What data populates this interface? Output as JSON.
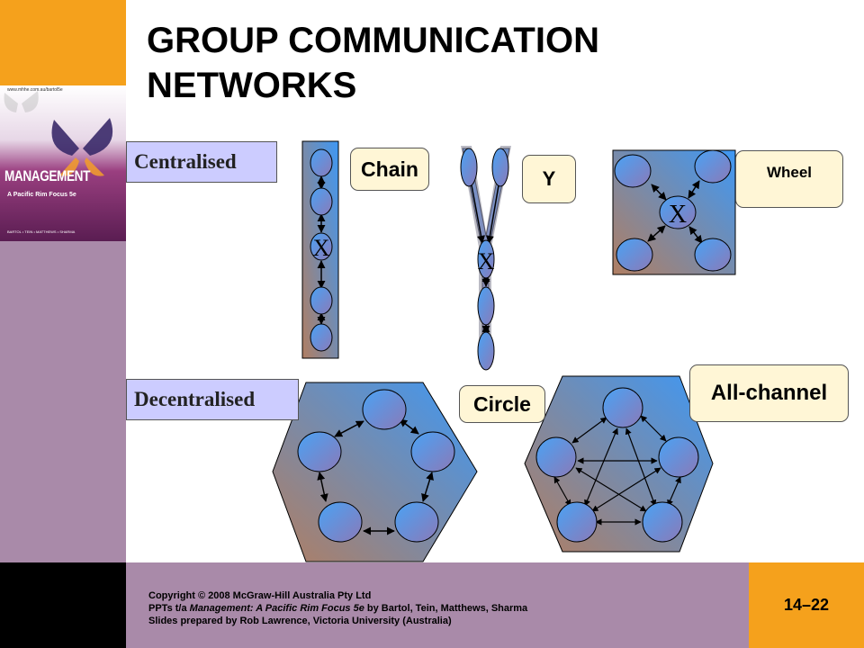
{
  "title": "GROUP COMMUNICATION NETWORKS",
  "labels": {
    "centralised": "Centralised",
    "decentralised": "Decentralised",
    "chain": "Chain",
    "y": "Y",
    "wheel": "Wheel",
    "circle": "Circle",
    "all_channel": "All-channel"
  },
  "hub_marker": "X",
  "cover": {
    "url": "www.mhhe.com.au/bartol5e",
    "title": "MANAGEMENT",
    "subtitle": "A Pacific Rim Focus 5e",
    "authors": "BARTOL • TEIN • MATTHEWS • SHARMA"
  },
  "footer": {
    "copyright": "Copyright © 2008 McGraw-Hill Australia Pty Ltd",
    "ppts_prefix": "PPTs t/a ",
    "book_title": "Management: A Pacific Rim Focus 5e",
    "ppts_suffix": " by Bartol, Tein, Matthews, Sharma",
    "prepared_by": "Slides prepared by Rob Lawrence, Victoria University (Australia)",
    "slide_number": "14–22"
  },
  "colors": {
    "accent_orange": "#f5a11c",
    "sidebar_purple": "#a98aa9",
    "tag_blue": "#ccccff",
    "pill_cream": "#fff6d6",
    "node_blue": "#5b8de8",
    "panel_brown": "#a07a6e"
  }
}
